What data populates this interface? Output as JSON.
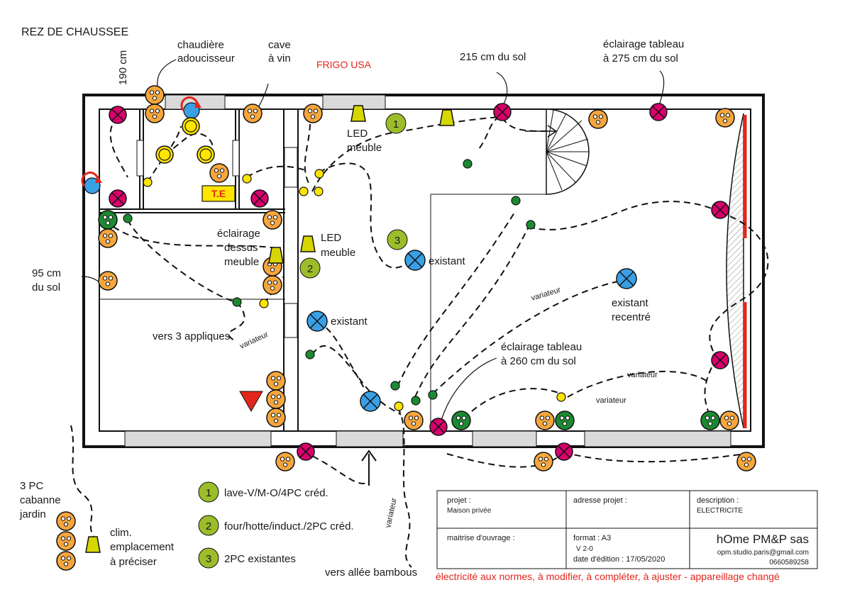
{
  "page_title": "REZ DE CHAUSSEE",
  "labels": {
    "height_190": "190 cm",
    "chaudiere": "chaudière",
    "adoucisseur": "adoucisseur",
    "cave": "cave",
    "a_vin": "à vin",
    "frigo": "FRIGO USA",
    "h215": "215 cm du sol",
    "tableau275_l1": "éclairage tableau",
    "tableau275_l2": "à 275 cm du sol",
    "led_meuble1_l1": "LED",
    "led_meuble1_l2": "meuble",
    "led_meuble2_l1": "LED",
    "led_meuble2_l2": "meuble",
    "eclairage_dessus_l1": "éclairage",
    "eclairage_dessus_l2": "dessus",
    "eclairage_dessus_l3": "meuble",
    "existant1": "existant",
    "existant2": "existant",
    "existant3": "existant",
    "recentre": "recentré",
    "variateur1": "variateur",
    "variateur2": "variateur",
    "variateur3": "variateur",
    "variateur4": "variateur",
    "variateur5": "variateur",
    "h95_l1": "95 cm",
    "h95_l2": "du sol",
    "appliques": "vers 3 appliques",
    "tableau260_l1": "éclairage tableau",
    "tableau260_l2": "à 260 cm du sol",
    "te": "T.E",
    "cabanne_l1": "3 PC",
    "cabanne_l2": "cabanne",
    "cabanne_l3": "jardin",
    "clim_l1": "clim.",
    "clim_l2": "emplacement",
    "clim_l3": "à préciser",
    "allee": "vers allée bambous"
  },
  "legend": {
    "items": [
      {
        "num": "1",
        "text": "lave-V/M-O/4PC créd."
      },
      {
        "num": "2",
        "text": "four/hotte/induct./2PC créd."
      },
      {
        "num": "3",
        "text": "2PC existantes"
      }
    ]
  },
  "title_block": {
    "projet_label": "projet :",
    "projet_value": "Maison privée",
    "adresse_label": "adresse projet :",
    "description_label": "description :",
    "description_value": "ELECTRICITE",
    "maitrise_label": "maitrise d'ouvrage :",
    "format": "format : A3",
    "version": "V 2-0",
    "date": "date d'édition : 17/05/2020",
    "company": "hOme PM&P sas",
    "email": "opm.studio.paris@gmail.com",
    "phone": "0660589258"
  },
  "footer_note": "électricité aux normes, à modifier, à compléter, à ajuster - appareillage changé",
  "colors": {
    "socket": "#f6a63c",
    "light_outlet": "#d8006b",
    "green_socket": "#1c8a32",
    "yellow": "#ffe500",
    "led": "#d6d600",
    "ceiling": "#3aa0e6",
    "legend_circle": "#9cbd2a",
    "red": "#e3261c",
    "window": "#dadada"
  }
}
